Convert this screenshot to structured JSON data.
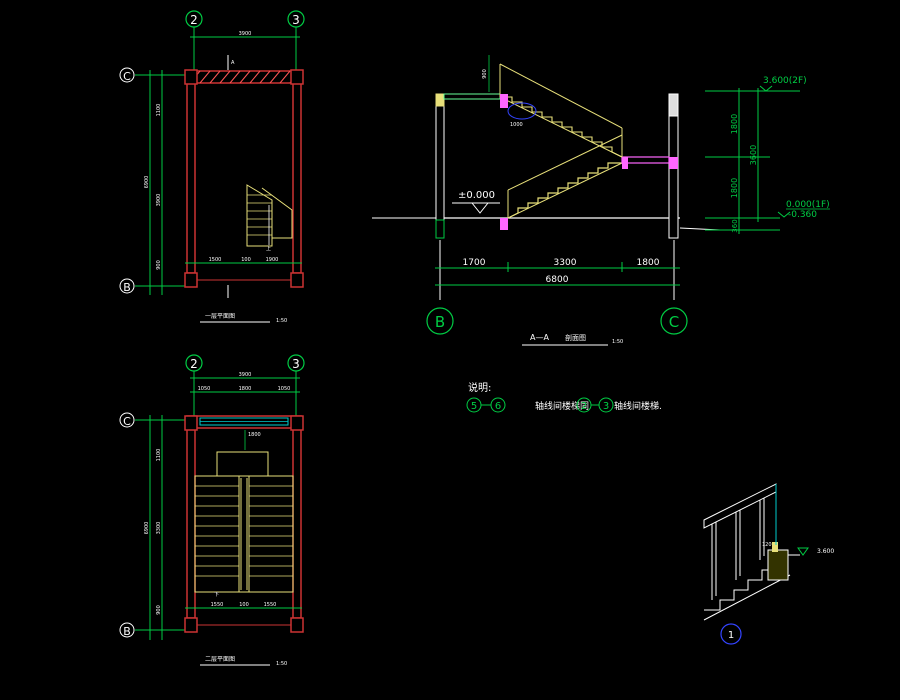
{
  "colors": {
    "background": "#000000",
    "wall": "#cc3333",
    "wall_hatch": "#ff5555",
    "dimension": "#00cc44",
    "axis": "#ffffff",
    "stairs": "#e8e07a",
    "floor_slab": "#ff66ff",
    "text": "#ffffff",
    "window": "#00cccc",
    "leader": "#3344ff"
  },
  "plan_first": {
    "axis_top_left": "2",
    "axis_top_right": "3",
    "axis_side_top": "C",
    "axis_side_bottom": "B",
    "dim_top": "3900",
    "dim_side_total": "6900",
    "dim_side_inner": "3900",
    "dim_side_a": "1100",
    "dim_side_b": "900",
    "dim_bottom_left": "1500",
    "dim_bottom_mid": "100",
    "dim_bottom_right": "1900",
    "section_mark": "A",
    "title": "一层平面图",
    "scale": "1:50",
    "arrow_label": "上"
  },
  "plan_second": {
    "axis_top_left": "2",
    "axis_top_right": "3",
    "axis_side_top": "C",
    "axis_side_bottom": "B",
    "dim_top_total": "3900",
    "dim_top_left": "1050",
    "dim_top_mid": "1800",
    "dim_top_right": "1050",
    "dim_side_total": "6900",
    "dim_side_inner": "3300",
    "dim_side_a": "1100",
    "dim_side_b": "900",
    "dim_bottom_left": "1550",
    "dim_bottom_mid": "100",
    "dim_bottom_right": "1550",
    "landing_label": "1800",
    "title": "二层平面图",
    "scale": "1:50",
    "arrow_label": "下"
  },
  "section": {
    "elev_2f": "3.600(2F)",
    "elev_1f": "0.000(1F)",
    "elev_ground": "-0.360",
    "elev_zero": "±0.000",
    "height_upper": "1800",
    "height_lower": "1800",
    "height_total": "3600",
    "height_plinth": "360",
    "dim_a": "1700",
    "dim_b": "3300",
    "dim_c": "1800",
    "dim_total": "6800",
    "axis_left": "B",
    "axis_right": "C",
    "title_code": "A—A",
    "title_text": "剖面图",
    "scale": "1:50",
    "note_upper": "900",
    "label_small": "1000"
  },
  "notes": {
    "heading": "说明:",
    "axis_from": "5",
    "axis_to": "6",
    "body_prefix": "轴线间楼梯同",
    "axis_ref_a": "2",
    "axis_ref_b": "3",
    "body_suffix": "轴线间楼梯."
  },
  "detail": {
    "elev": "3.600",
    "badge": "1",
    "dim_small": "120"
  }
}
